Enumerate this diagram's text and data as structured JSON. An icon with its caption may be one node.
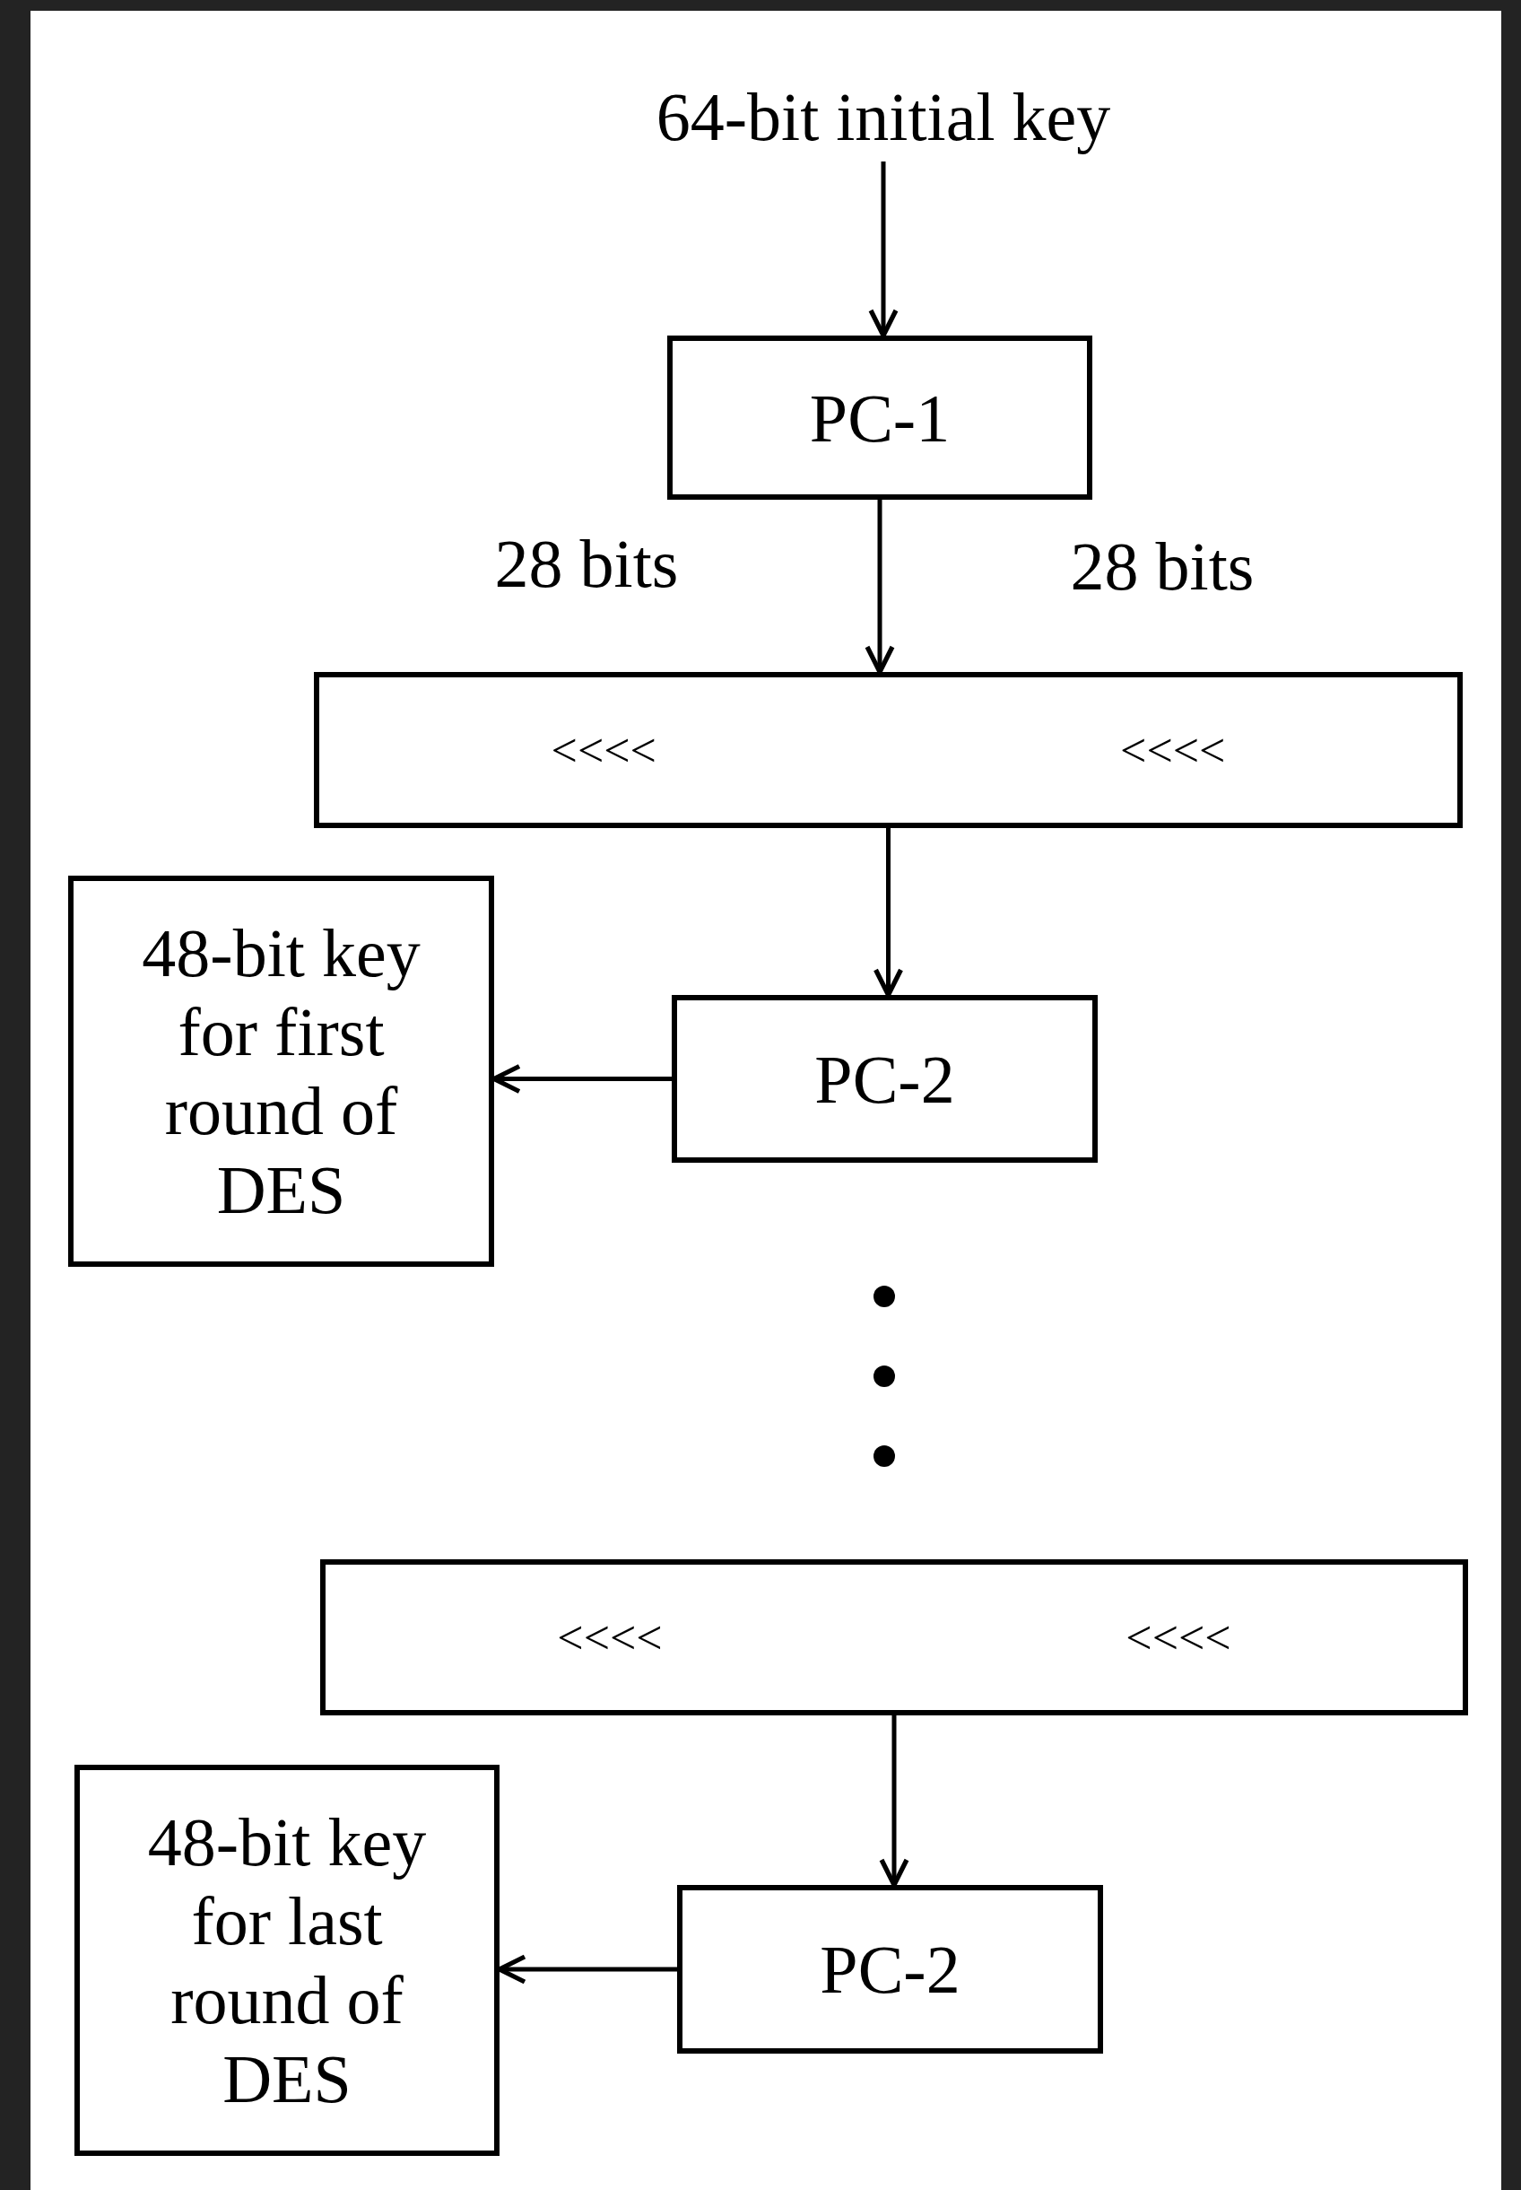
{
  "diagram": {
    "nodes": [
      {
        "text": [
          "64-bit initial key"
        ]
      },
      {
        "text": [
          "PC-1"
        ]
      },
      {
        "text": [
          "<<<<",
          "<<<<"
        ]
      },
      {
        "text": [
          "48-bit key for first round of DES"
        ]
      },
      {
        "text": [
          "PC-2"
        ]
      },
      {
        "text": [
          "<<<<",
          "<<<<"
        ]
      },
      {
        "text": [
          "48-bit key for last round of DES"
        ]
      },
      {
        "text": [
          "PC-2"
        ]
      }
    ],
    "edges": [
      {
        "from": 0,
        "to": 1,
        "arrow": "to"
      },
      {
        "from": 1,
        "to": 2,
        "arrow": "to"
      },
      {
        "from": 2,
        "to": 4,
        "arrow": "to"
      },
      {
        "from": 4,
        "to": 3,
        "arrow": "to"
      },
      {
        "from": 5,
        "to": 7,
        "arrow": "to"
      },
      {
        "from": 7,
        "to": 6,
        "arrow": "to"
      }
    ],
    "labels": [
      "28 bits",
      "28 bits"
    ]
  }
}
